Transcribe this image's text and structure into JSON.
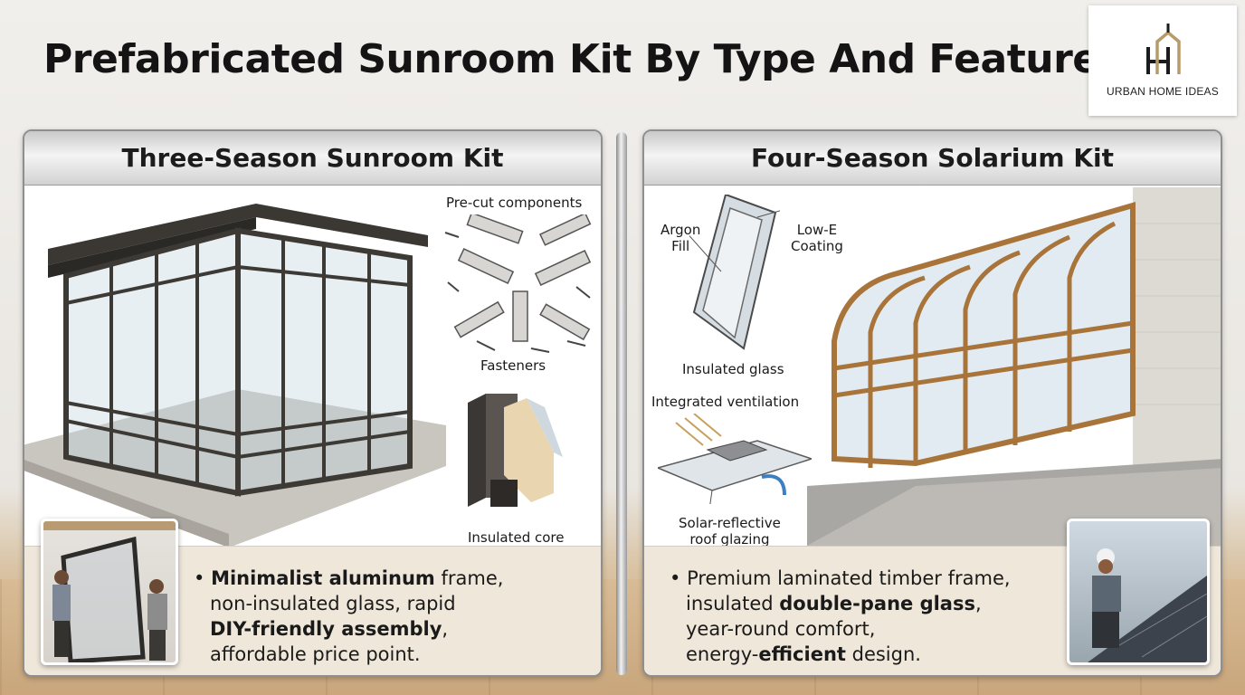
{
  "title": "Prefabricated Sunroom Kit By Type And Features",
  "logo": {
    "text": "URBAN HOME IDEAS",
    "icon": "uh-house-logo-icon"
  },
  "left": {
    "heading": "Three-Season Sunroom Kit",
    "labels": {
      "precut": "Pre-cut components",
      "fasteners": "Fasteners",
      "core": "Insulated core"
    },
    "desc": {
      "b1": "Minimalist aluminum",
      "t1": " frame,",
      "t2": "non-insulated glass, rapid",
      "b2": "DIY-friendly assembly",
      "t3": ",",
      "t4": "affordable price point."
    }
  },
  "right": {
    "heading": "Four-Season Solarium Kit",
    "labels": {
      "argon_1": "Argon",
      "argon_2": "Fill",
      "lowe_1": "Low-E",
      "lowe_2": "Coating",
      "insulated_glass": "Insulated glass",
      "ventilation": "Integrated ventilation",
      "solar_1": "Solar-reflective",
      "solar_2": "roof glazing"
    },
    "desc": {
      "t1": "Premium laminated timber frame,",
      "t2": "insulated ",
      "b1": "double-pane glass",
      "t3": ",",
      "t4": "year-round comfort,",
      "t5": "energy-",
      "b2": "efficient",
      "t6": " design."
    }
  },
  "colors": {
    "aluminum_frame": "#3d3a35",
    "timber_frame": "#a8743a",
    "panel_footer": "#efe7da",
    "title_text": "#141414"
  }
}
